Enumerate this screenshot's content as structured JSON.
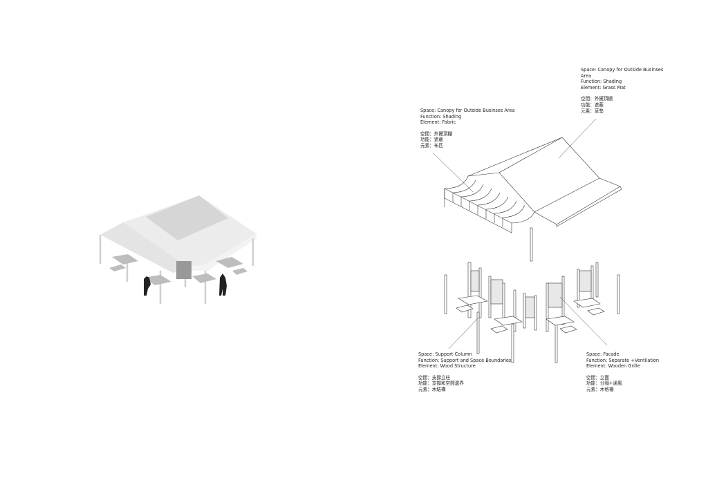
{
  "annotations": {
    "roof": {
      "en": [
        "Space: Canopy for Outside Businses",
        "Area",
        "Function: Shading",
        "Element: Grass Mat"
      ],
      "zh": [
        "空間：外擺頂棚",
        "功能：遮蔽",
        "元素：草墊"
      ]
    },
    "fabric": {
      "en": [
        "Space: Canopy for Outside Businses Area",
        "Function: Shading",
        "Element: Fabric"
      ],
      "zh": [
        "空間：外擺頂棚",
        "功能：遮蔽",
        "元素：布匹"
      ]
    },
    "column": {
      "en": [
        "Space: Support Column",
        "Function: Support and Space Boundaries",
        "Element: Wood Structure"
      ],
      "zh": [
        "空間：支撐立柱",
        "功能：支撐和空間邊界",
        "元素：木結構"
      ]
    },
    "facade": {
      "en": [
        "Space: Facade",
        "Function: Separate +Ventilation",
        "Element: Wooden Grille"
      ],
      "zh": [
        "空間：立面",
        "功能：分隔+通風",
        "元素：木格柵"
      ]
    }
  }
}
